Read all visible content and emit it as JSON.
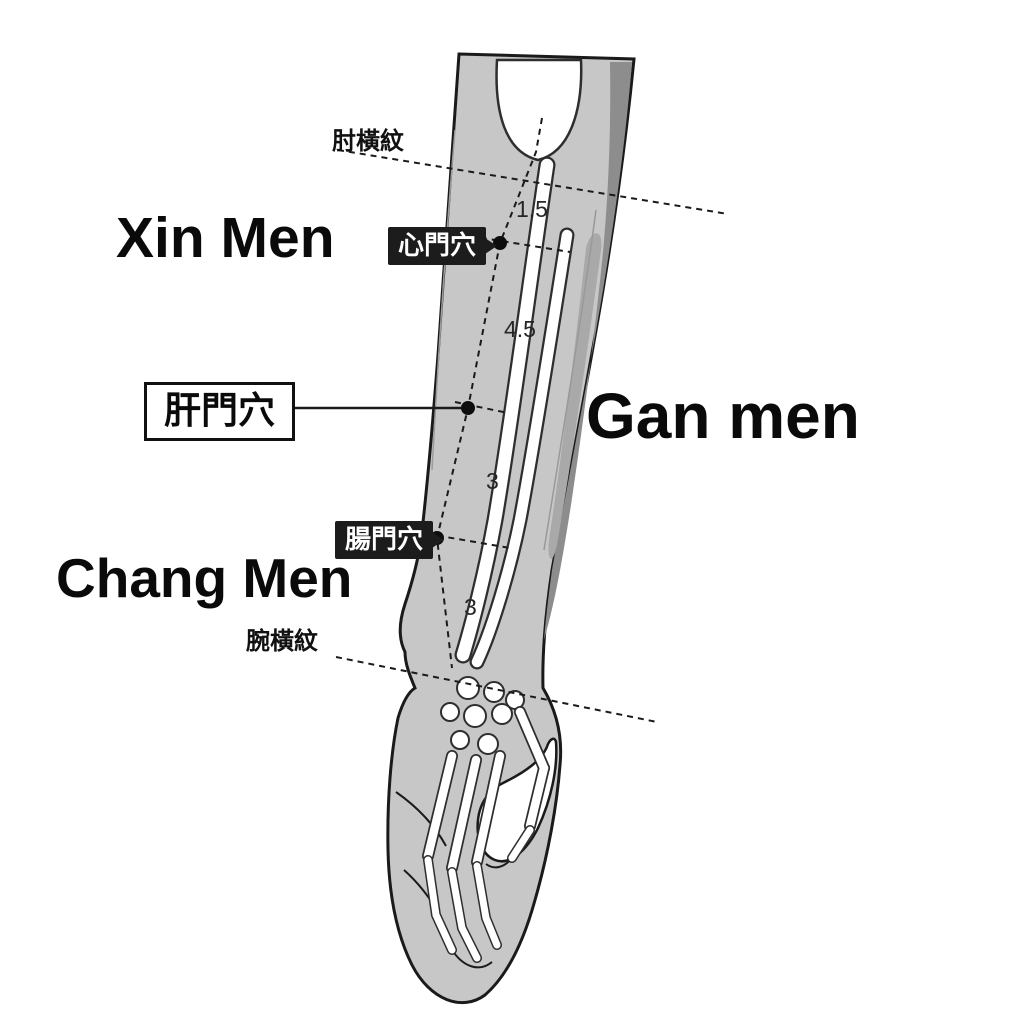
{
  "landmarks": {
    "elbow": "肘橫紋",
    "wrist": "腕橫紋"
  },
  "points": {
    "xin_men": {
      "badge_label": "心門穴",
      "caption": "Xin Men"
    },
    "gan_men": {
      "box_label": "肝門穴",
      "caption": "Gan men"
    },
    "chang_men": {
      "badge_label": "腸門穴",
      "caption": "Chang Men"
    }
  },
  "measurements": {
    "elbow_to_xin": "1.5",
    "xin_to_gan": "4.5",
    "gan_to_chang": "3",
    "chang_to_wrist": "3"
  },
  "colors": {
    "skin": "#c7c7c7",
    "shade": "#8d8d8d",
    "shade_mid": "#a9a9a9",
    "bone": "#ffffff",
    "line": "#1a1a1a",
    "badge_bg": "#1c1c1c",
    "badge_text": "#ffffff"
  }
}
